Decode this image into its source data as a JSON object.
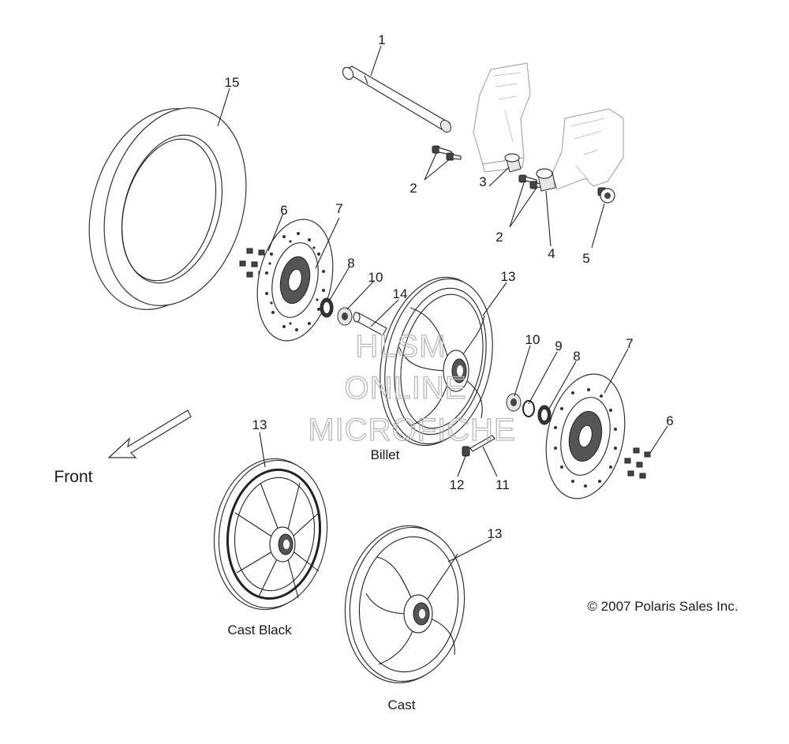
{
  "callouts": {
    "c1": "1",
    "c2a": "2",
    "c2b": "2",
    "c3": "3",
    "c4": "4",
    "c5": "5",
    "c6a": "6",
    "c6b": "6",
    "c7a": "7",
    "c7b": "7",
    "c8a": "8",
    "c8b": "8",
    "c9": "9",
    "c10a": "10",
    "c10b": "10",
    "c11": "11",
    "c12": "12",
    "c13a": "13",
    "c13b": "13",
    "c13c": "13",
    "c14": "14",
    "c15": "15"
  },
  "captions": {
    "billet": "Billet",
    "cast_black": "Cast Black",
    "cast": "Cast",
    "front": "Front",
    "copyright": "© 2007 Polaris Sales Inc."
  },
  "watermark": {
    "line1": "HLSM",
    "line2": "ONLINE",
    "line3": "MICROFICHE"
  }
}
